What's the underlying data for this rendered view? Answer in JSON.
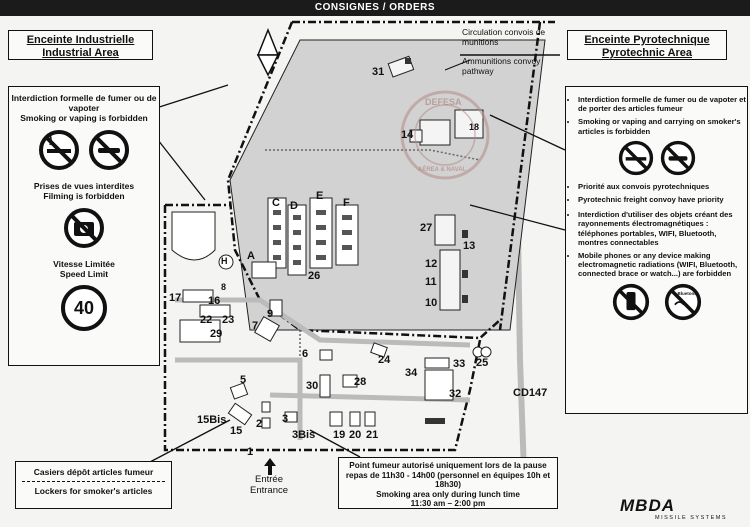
{
  "header": {
    "title": "CONSIGNES / ORDERS"
  },
  "industrial_area": {
    "title_fr": "Enceinte Industrielle",
    "title_en": "Industrial Area"
  },
  "pyrotechnic_area": {
    "title_fr": "Enceinte Pyrotechnique",
    "title_en": "Pyrotechnic  Area"
  },
  "left_panel": {
    "smoking_fr": "Interdiction formelle de fumer ou de vapoter",
    "smoking_en": "Smoking or vaping is forbidden",
    "photo_fr": "Prises de vues interdites",
    "photo_en": "Filming is forbidden",
    "speed_fr": "Vitesse Limitée",
    "speed_en": "Speed Limit",
    "speed_value": "40"
  },
  "right_panel": {
    "rules": [
      "Interdiction formelle de fumer ou de vapoter et de porter des articles fumeur",
      "Smoking or vaping and carrying on smoker's articles is forbidden",
      "Priorité aux convois pyrotechniques",
      "Pyrotechnic freight convoy have priority",
      "Interdiction d'utiliser des objets créant des rayonnements électromagnétiques : téléphones portables, WIFI, Bluetooth, montres connectables",
      "Mobile phones or any device making electromagnetic radiations (WIFI, Bluetooth, connected brace or watch...) are forbidden"
    ],
    "bluetooth_label": "Bluetooth"
  },
  "convoy": {
    "fr": "Circulation convois de munitions",
    "en": "Ammunitions convoy pathway"
  },
  "map": {
    "labels": [
      "31",
      "14",
      "18",
      "C",
      "D",
      "E",
      "F",
      "A",
      "H",
      "26",
      "27",
      "13",
      "12",
      "11",
      "10",
      "8",
      "17",
      "16",
      "22",
      "23",
      "29",
      "9",
      "7",
      "6",
      "24",
      "33",
      "25",
      "30",
      "28",
      "34",
      "32",
      "5",
      "15Bis",
      "15",
      "2",
      "3",
      "3Bis",
      "19",
      "20",
      "21",
      "1"
    ],
    "code": "CD147",
    "stamp_top": "DEFESA",
    "stamp_bottom": "AÉREA & NAVAL"
  },
  "entrance": {
    "fr": "Entrée",
    "en": "Entrance"
  },
  "lockers": {
    "fr": "Casiers dépôt articles fumeur",
    "en": "Lockers for smoker's articles"
  },
  "smoking_area": {
    "fr": "Point fumeur autorisé uniquement lors de la pause repas de 11h30 - 14h00 (personnel en équipes 10h et 18h30)",
    "en": "Smoking area only during lunch time",
    "time": "11:30 am – 2:00 pm"
  },
  "brand": {
    "name": "MBDA",
    "tagline": "MISSILE SYSTEMS"
  }
}
